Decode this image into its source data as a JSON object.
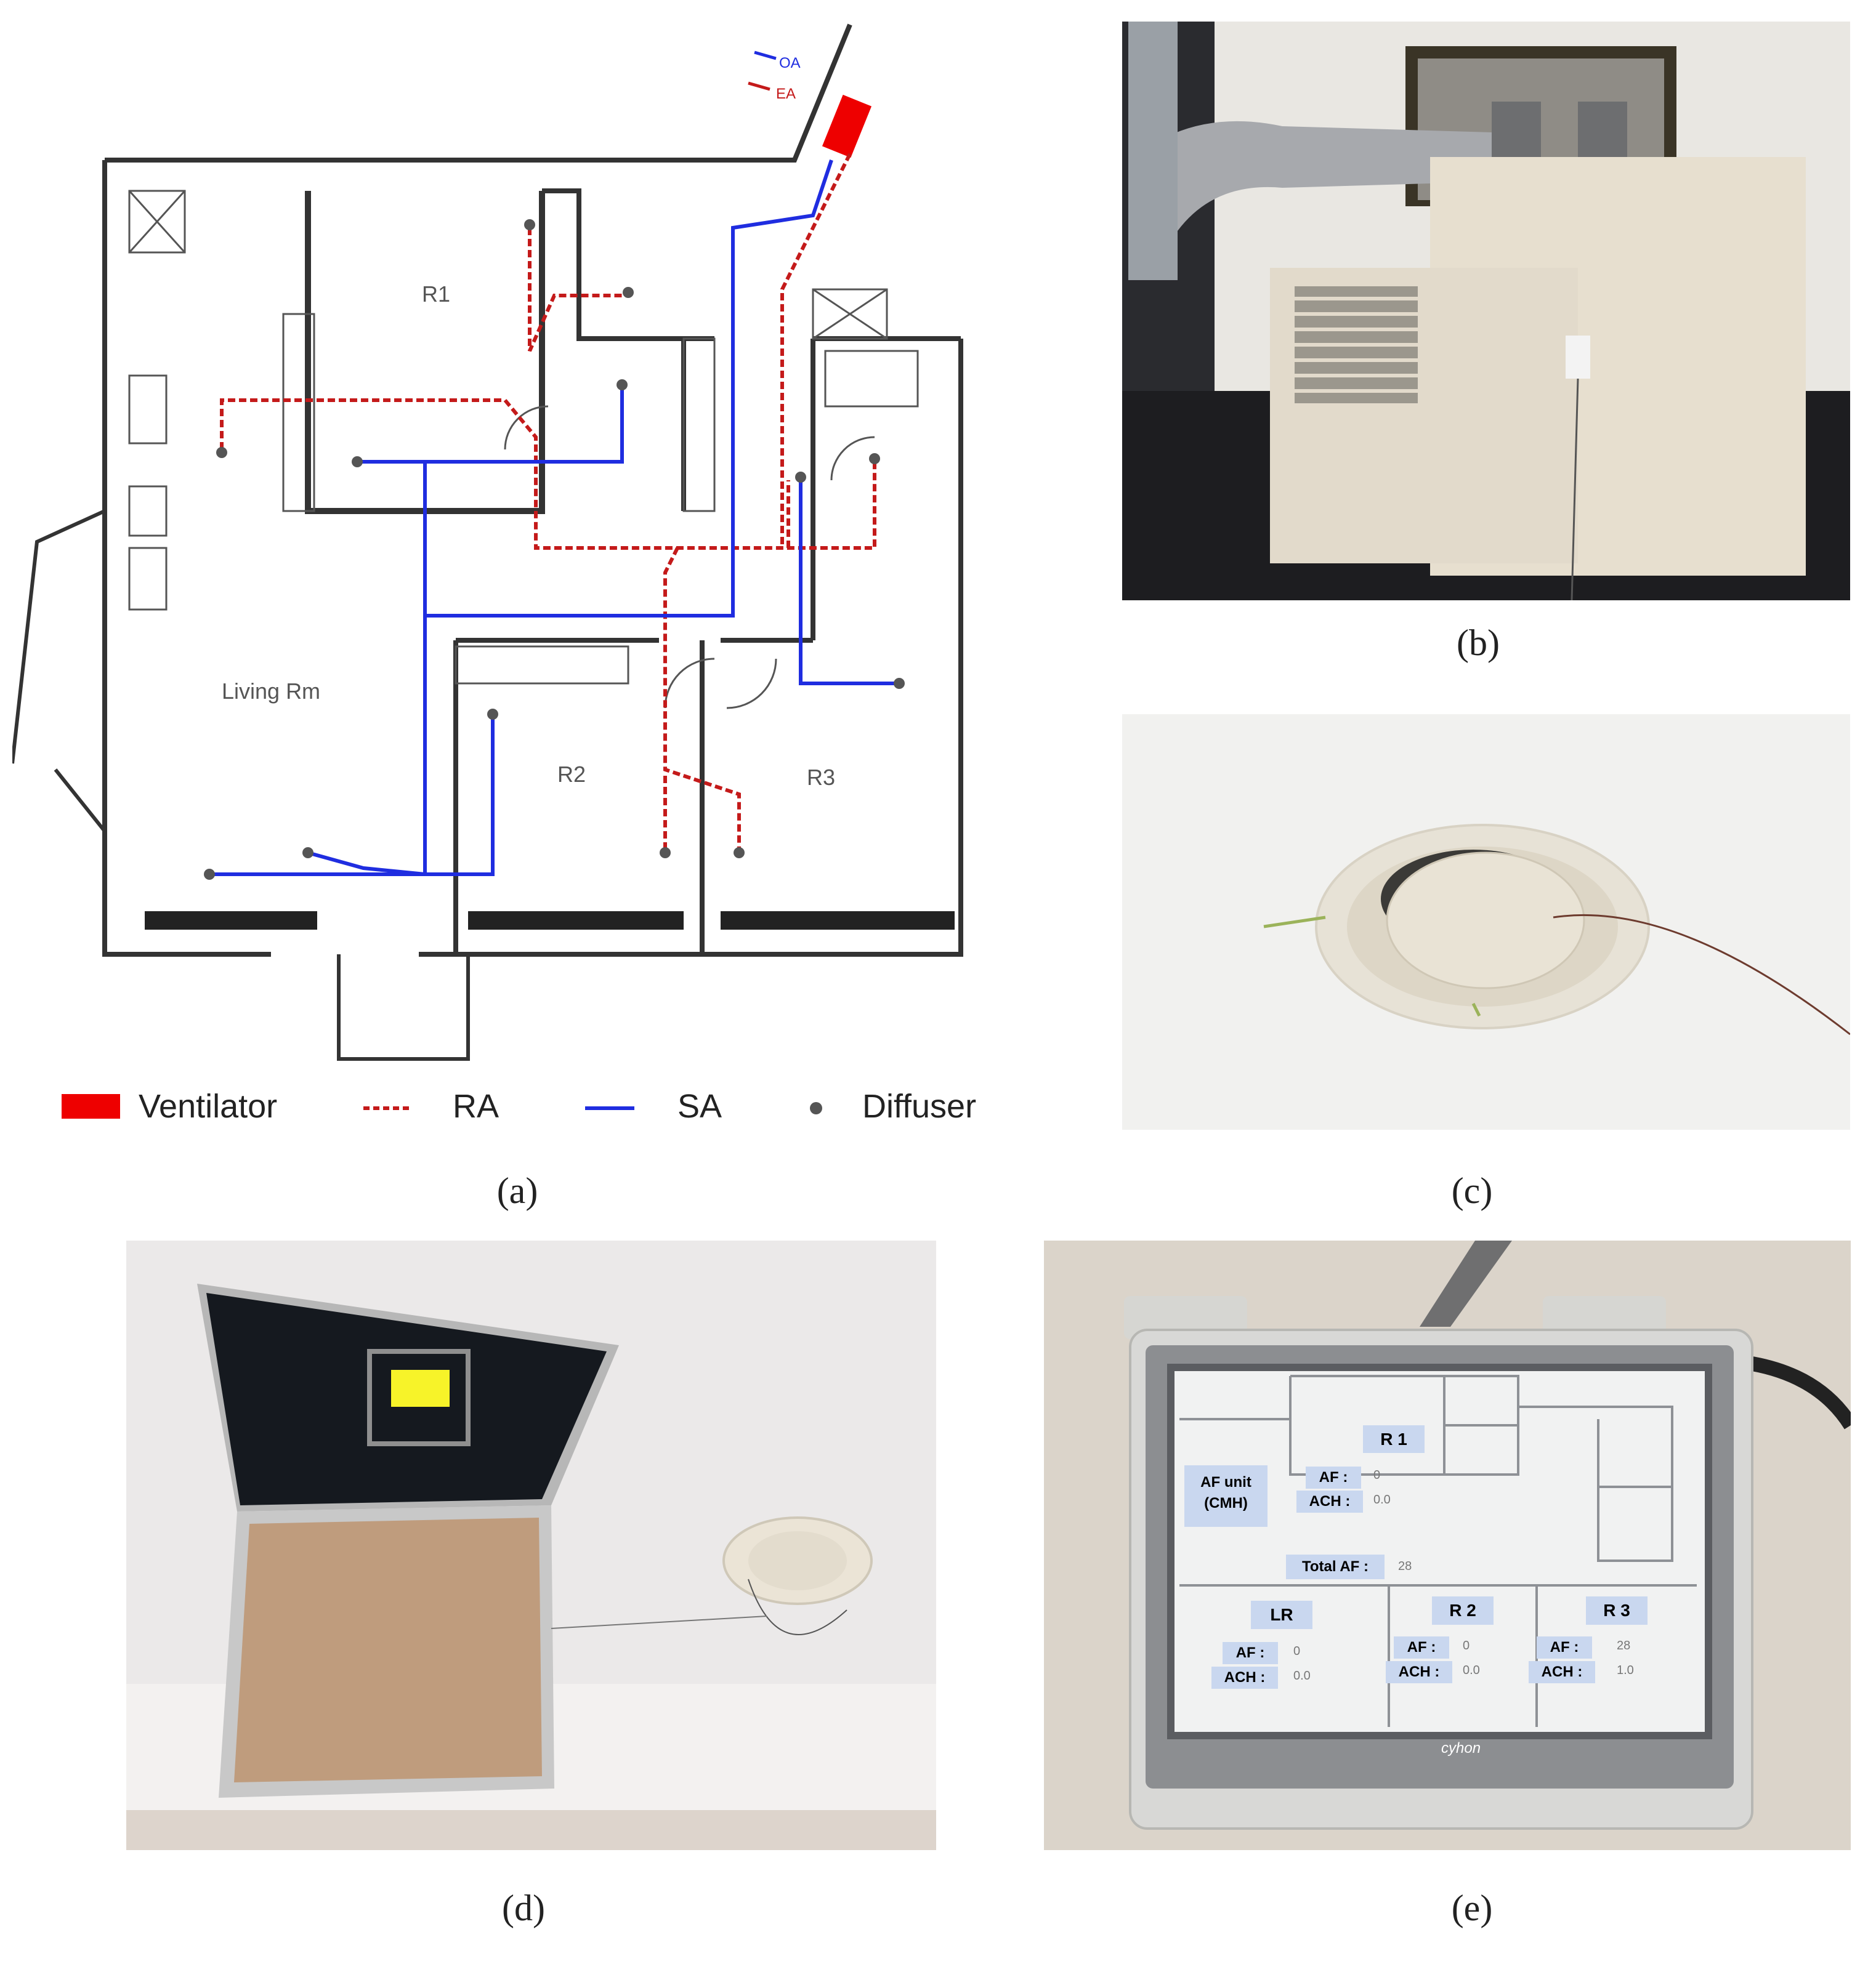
{
  "panels": {
    "a": {
      "caption": "(a)",
      "rooms": {
        "r1": "R1",
        "r2": "R2",
        "r3": "R3",
        "living": "Living Rm"
      },
      "flows": {
        "oa": "OA",
        "ea": "EA"
      },
      "legend": {
        "ventilator": "Ventilator",
        "ra": "RA",
        "sa": "SA",
        "diffuser": "Diffuser"
      },
      "colors": {
        "ra": "#c41a1a",
        "sa": "#1f2de0",
        "ventilator": "#ee0000",
        "wall": "#333333"
      }
    },
    "b": {
      "caption": "(b)"
    },
    "c": {
      "caption": "(c)"
    },
    "d": {
      "caption": "(d)"
    },
    "e": {
      "caption": "(e)",
      "screen": {
        "af_unit": "AF unit",
        "af_unit_sub": "(CMH)",
        "af_label": "AF :",
        "ach_label": "ACH :",
        "total_af_label": "Total AF :",
        "total_af_value": "28",
        "r1": {
          "name": "R 1",
          "af": "0",
          "ach": "0.0"
        },
        "lr": {
          "name": "LR",
          "af": "0",
          "ach": "0.0"
        },
        "r2": {
          "name": "R 2",
          "af": "0",
          "ach": "0.0"
        },
        "r3": {
          "name": "R 3",
          "af": "28",
          "ach": "1.0"
        }
      },
      "brand": "cyhon"
    }
  }
}
